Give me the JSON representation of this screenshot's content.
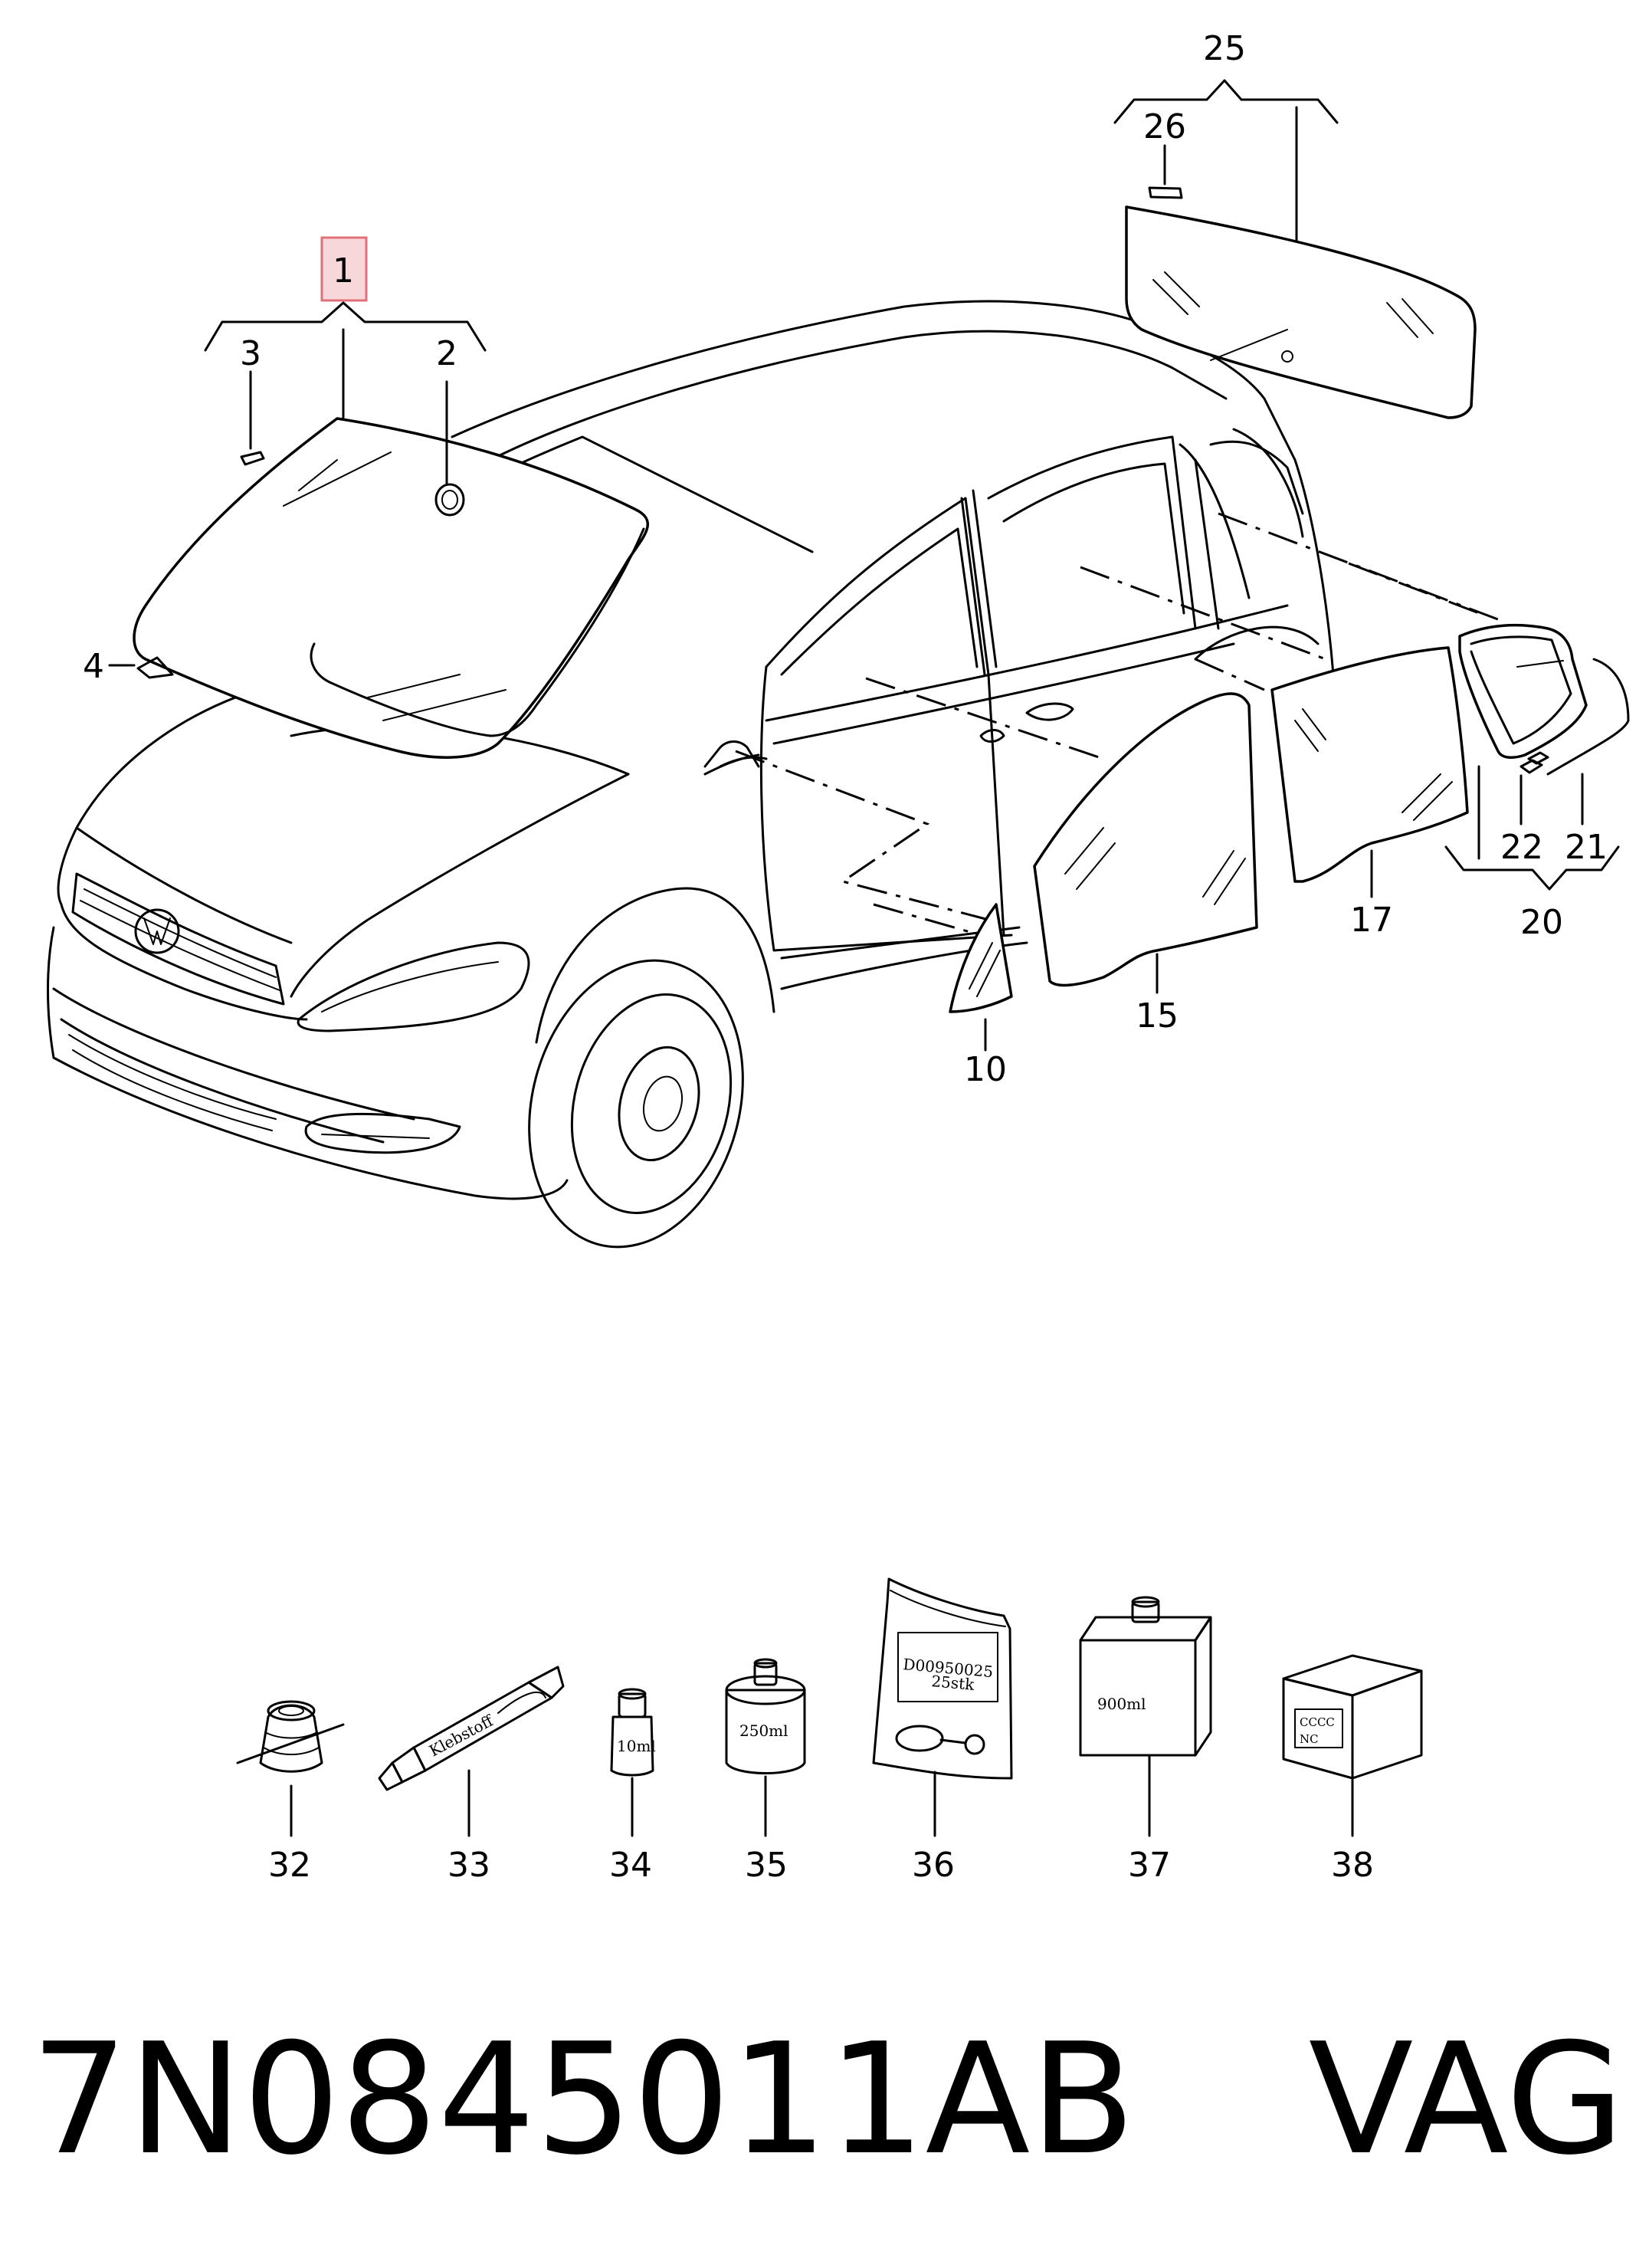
{
  "callouts": {
    "c1": "1",
    "c2": "2",
    "c3": "3",
    "c4": "4",
    "c10": "10",
    "c15": "15",
    "c17": "17",
    "c20": "20",
    "c21": "21",
    "c22": "22",
    "c25": "25",
    "c26": "26",
    "c32": "32",
    "c33": "33",
    "c34": "34",
    "c35": "35",
    "c36": "36",
    "c37": "37",
    "c38": "38"
  },
  "product_labels": {
    "tube": "Klebstoff",
    "bottle_small": "10ml",
    "can": "250ml",
    "bag_line1": "D00950025",
    "bag_line2": "25stk",
    "box": "900ml",
    "package_line1": "CCCC",
    "package_line2": "NC"
  },
  "footer": {
    "part_number": "7N0845011AB",
    "vendor": "VAG"
  },
  "colors": {
    "highlight_fill": "#f7d7da",
    "highlight_stroke": "#e0707a",
    "ink": "#000000"
  }
}
